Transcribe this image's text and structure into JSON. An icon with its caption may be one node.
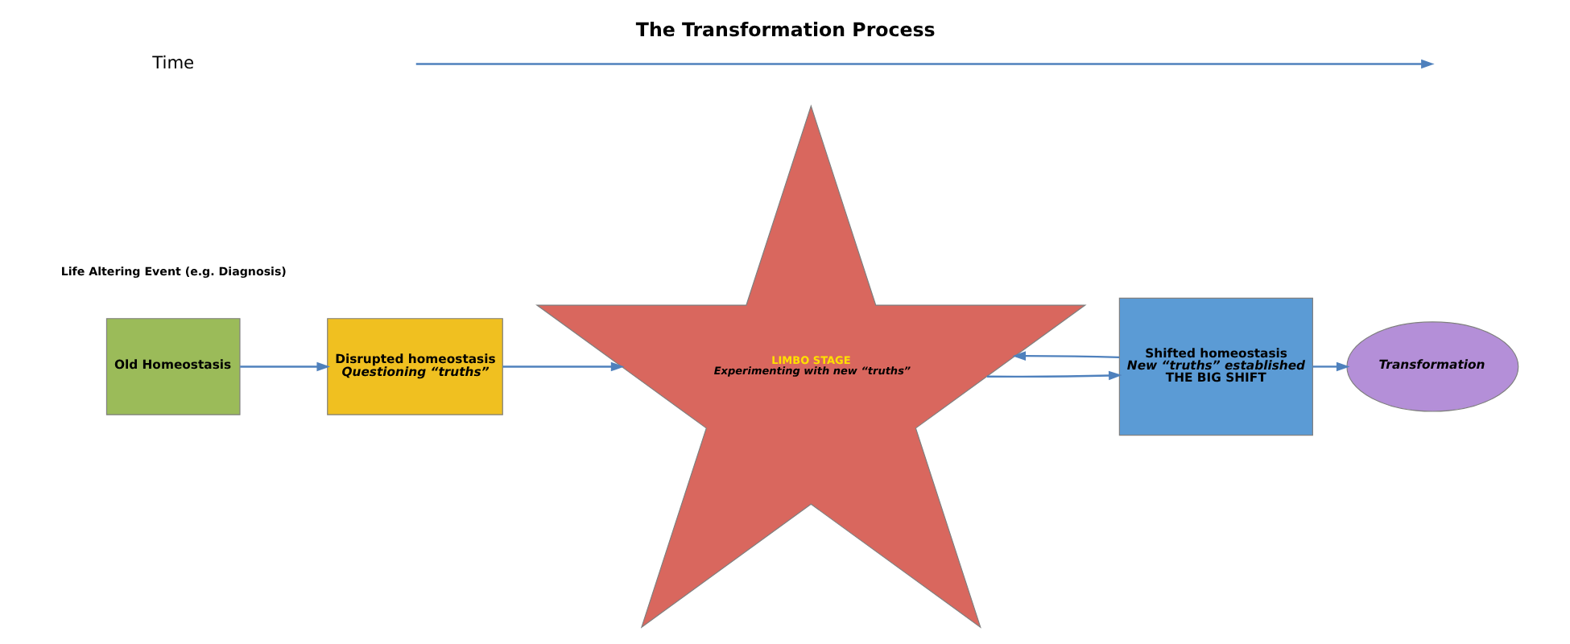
{
  "diagram": {
    "title": "The Transformation Process",
    "nodes": [
      {
        "text": [
          "Old Homeostasis"
        ]
      },
      {
        "text": [
          "Disrupted homeostasis",
          "Questioning “truths”"
        ]
      },
      {
        "text": [
          "LIMBO STAGE",
          "Experimenting with new “truths”"
        ]
      },
      {
        "text": [
          "Shifted homeostasis",
          "New “truths” established",
          "THE BIG SHIFT"
        ]
      },
      {
        "text": [
          "Transformation"
        ]
      }
    ],
    "edges": [
      {
        "from": 0,
        "to": 1,
        "arrow": "to"
      },
      {
        "from": 1,
        "to": 2,
        "arrow": "to"
      },
      {
        "from": 2,
        "to": 3,
        "arrow": "to"
      },
      {
        "from": 3,
        "to": 2,
        "arrow": "to"
      },
      {
        "from": 3,
        "to": 4,
        "arrow": "to"
      }
    ],
    "labels": [
      "Life Altering Event (e.g. Diagnosis)",
      "Time"
    ]
  }
}
